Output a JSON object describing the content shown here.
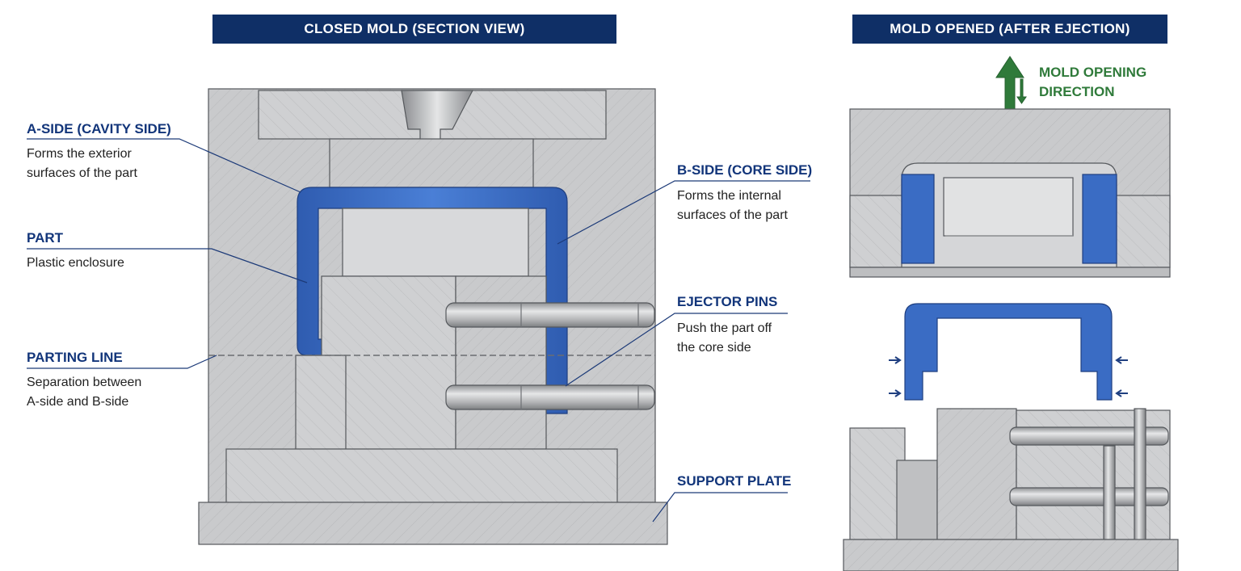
{
  "headers": {
    "closed": "CLOSED MOLD (SECTION VIEW)",
    "opened": "MOLD OPENED (AFTER EJECTION)"
  },
  "labels": {
    "a_side": {
      "title": "A-SIDE (CAVITY SIDE)",
      "lines": [
        "Forms the exterior",
        "surfaces of the part"
      ]
    },
    "part": {
      "title": "PART",
      "lines": [
        "Plastic enclosure"
      ]
    },
    "parting_line": {
      "title": "PARTING LINE",
      "lines": [
        "Separation between",
        "A-side and B-side"
      ]
    },
    "b_side": {
      "title": "B-SIDE (CORE SIDE)",
      "lines": [
        "Forms the internal",
        "surfaces of the part"
      ]
    },
    "ejector_pins": {
      "title": "EJECTOR PINS",
      "lines": [
        "Push the part off",
        "the core side"
      ]
    },
    "support_plate": {
      "title": "SUPPORT PLATE"
    },
    "opening_direction": {
      "lines": [
        "MOLD OPENING",
        "DIRECTION"
      ]
    }
  },
  "colors": {
    "banner": "#0f2f66",
    "label_title": "#12357a",
    "part_blue": "#3a6cc4",
    "steel": "#c9cacc",
    "arrow_green": "#2f7a3a"
  }
}
